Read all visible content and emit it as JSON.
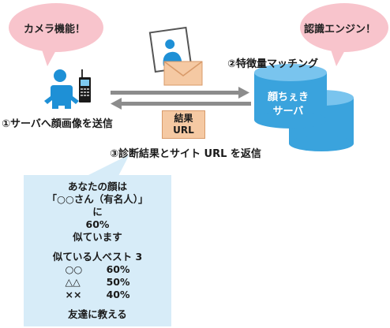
{
  "bubbles": {
    "left": "カメラ機能！",
    "right": "認識エンジン！"
  },
  "labels": {
    "step1": "①サーバへ顔画像を送信",
    "step2": "②特徴量マッチング",
    "step3": "③診断結果とサイト URL を返信"
  },
  "result_box": {
    "line1": "結果",
    "line2": "URL"
  },
  "server": {
    "line1": "顔ちぇき",
    "line2": "サーバ"
  },
  "panel": {
    "line1": "あなたの顔は",
    "line2": "「○○さん（有名人）」",
    "line3": "に",
    "line4": "60%",
    "line5": "似ています",
    "best_title": "似ている人ベスト 3",
    "ranks": [
      {
        "name": "○○",
        "pct": "60%"
      },
      {
        "name": "△△",
        "pct": "50%"
      },
      {
        "name": "××",
        "pct": "40%"
      }
    ],
    "share": "友達に教える"
  },
  "colors": {
    "bubble": "#f8c4cc",
    "person": "#1e90d6",
    "server": "#3aa3dd",
    "envelope": "#f5c9a3",
    "panel": "#d7ecf8",
    "arrow": "#8c8c8c"
  }
}
